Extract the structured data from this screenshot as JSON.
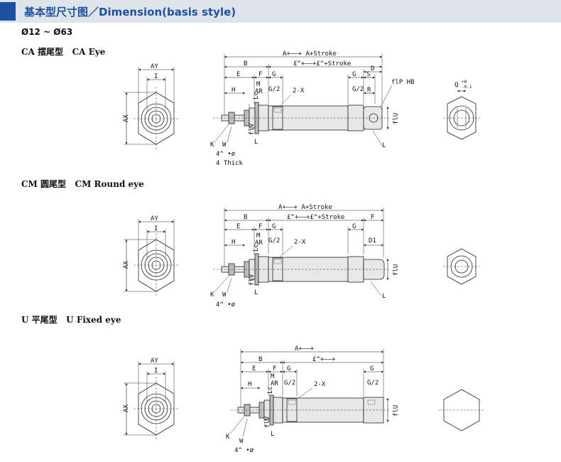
{
  "header": {
    "title": "基本型尺寸图／Dimension(basis style)",
    "accent_color": "#1c52a3",
    "band_color": "#dfe3ea"
  },
  "bore_range": "Ø12 ~ Ø63",
  "sections": {
    "ca": {
      "title": "CA 摆尾型   CA Eye",
      "labels": {
        "AY": "AY",
        "I": "I",
        "AX": "AX",
        "A_total": "A+——+ A+Stroke",
        "C_total": "£^+——+£^+Stroke",
        "B": "B",
        "E": "E",
        "F": "F",
        "G": "G",
        "G2": "G",
        "S": "S",
        "D": "D",
        "H": "H",
        "M": "M",
        "AR": "AR",
        "Gh": "G/2",
        "Gh2": "G/2",
        "R": "R",
        "X": "2-X",
        "P": "flP HB",
        "U": "flU",
        "V": "flV",
        "L": "L",
        "Lc": "L",
        "Lp": "Lc",
        "K": "K",
        "W": "W",
        "N": "4^ •ø",
        "thick": "4 Thick",
        "Q": "Q",
        "Q_tol_up": "+0",
        "Q_tol_low": "-0.1"
      }
    },
    "cm": {
      "title": "CM 圆尾型   CM Round eye",
      "labels": {
        "AY": "AY",
        "I": "I",
        "AX": "AX",
        "A_total": "A+——+ A+Stroke",
        "C_total": "£^+——+£^+Stroke",
        "B": "B",
        "E": "E",
        "F": "F",
        "G": "G",
        "G2": "G",
        "Fr": "F",
        "H": "H",
        "M": "M",
        "AR": "AR",
        "Gh": "G/2",
        "D1": "D1",
        "X": "2-X",
        "U": "flU",
        "V": "flV",
        "L": "L",
        "Lc": "L",
        "Lp": "Lc",
        "K": "K",
        "W": "W",
        "N": "4^ •ø"
      }
    },
    "u": {
      "title": "U 平尾型   U Fixed eye",
      "labels": {
        "AY": "AY",
        "I": "I",
        "AX": "AX",
        "A_total": "A+——+",
        "C_total": "£^+——+",
        "B": "B",
        "E": "E",
        "F": "F",
        "G": "G",
        "G2": "G",
        "H": "H",
        "M": "M",
        "AR": "AR",
        "Gh": "G/2",
        "Gh2": "G/2",
        "X": "2-X",
        "U": "flU",
        "V": "flV",
        "L": "L",
        "Lp": "Lc",
        "K": "K",
        "W": "W",
        "N": "4^ •ø"
      }
    }
  }
}
